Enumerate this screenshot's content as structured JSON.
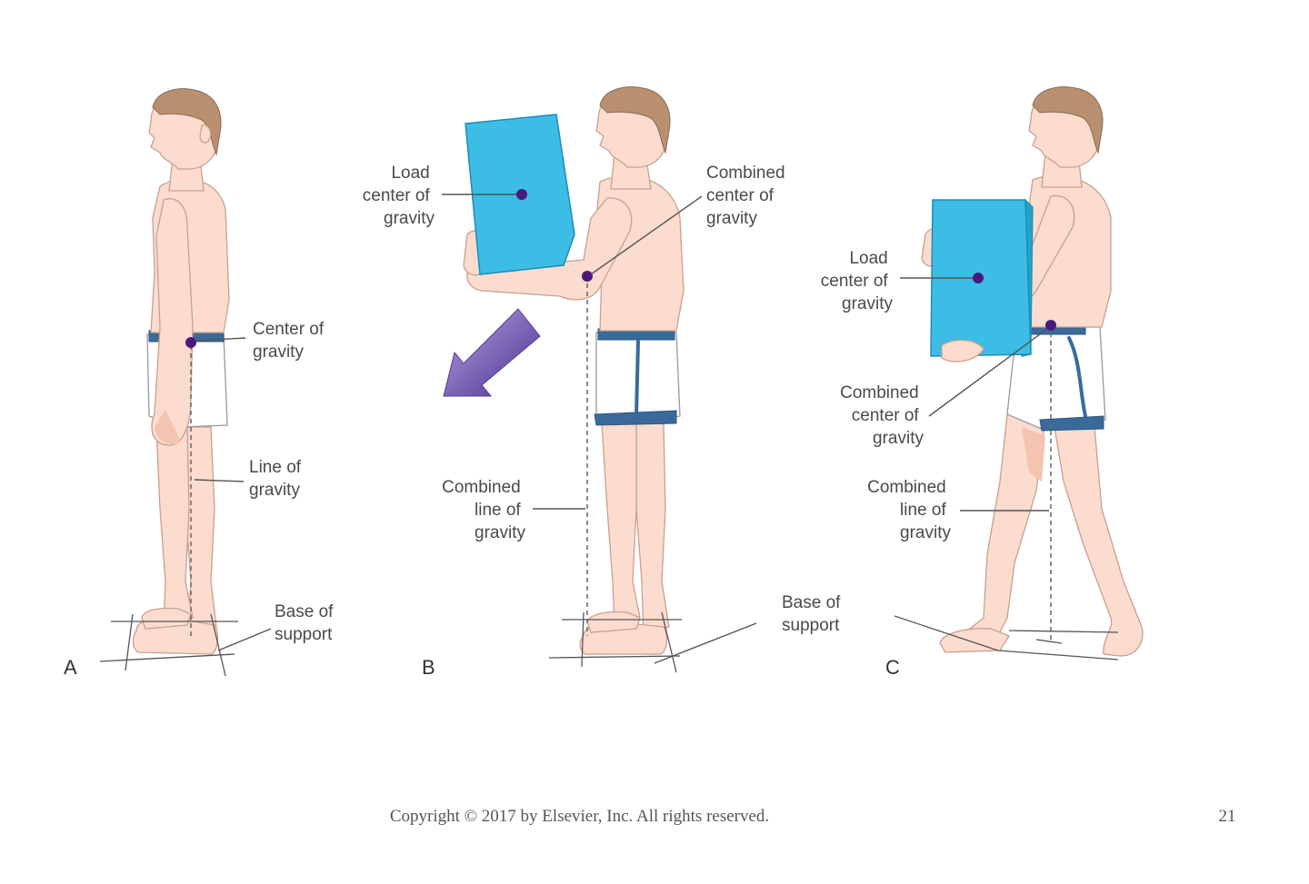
{
  "panels": {
    "a": {
      "letter": "A",
      "center_of_gravity": [
        "Center of",
        "gravity"
      ],
      "line_of_gravity": [
        "Line of",
        "gravity"
      ],
      "base_of_support": [
        "Base of",
        "support"
      ]
    },
    "b": {
      "letter": "B",
      "load_center_of_gravity": [
        "Load",
        "center of",
        "gravity"
      ],
      "combined_center_of_gravity": [
        "Combined",
        "center of",
        "gravity"
      ],
      "combined_line_of_gravity": [
        "Combined",
        "line of",
        "gravity"
      ],
      "base_of_support": [
        "Base of",
        "support"
      ]
    },
    "c": {
      "letter": "C",
      "load_center_of_gravity": [
        "Load",
        "center of",
        "gravity"
      ],
      "combined_center_of_gravity": [
        "Combined",
        "center of",
        "gravity"
      ],
      "combined_line_of_gravity": [
        "Combined",
        "line of",
        "gravity"
      ]
    }
  },
  "footer": {
    "copyright": "Copyright © 2017 by Elsevier, Inc. All rights reserved.",
    "page_number": "21"
  },
  "colors": {
    "load_box": "#3bbde6",
    "center_of_gravity_dot": "#4a1a7a",
    "shorts_band": "#3a6a9a",
    "arrow": "#6a4aa8"
  }
}
